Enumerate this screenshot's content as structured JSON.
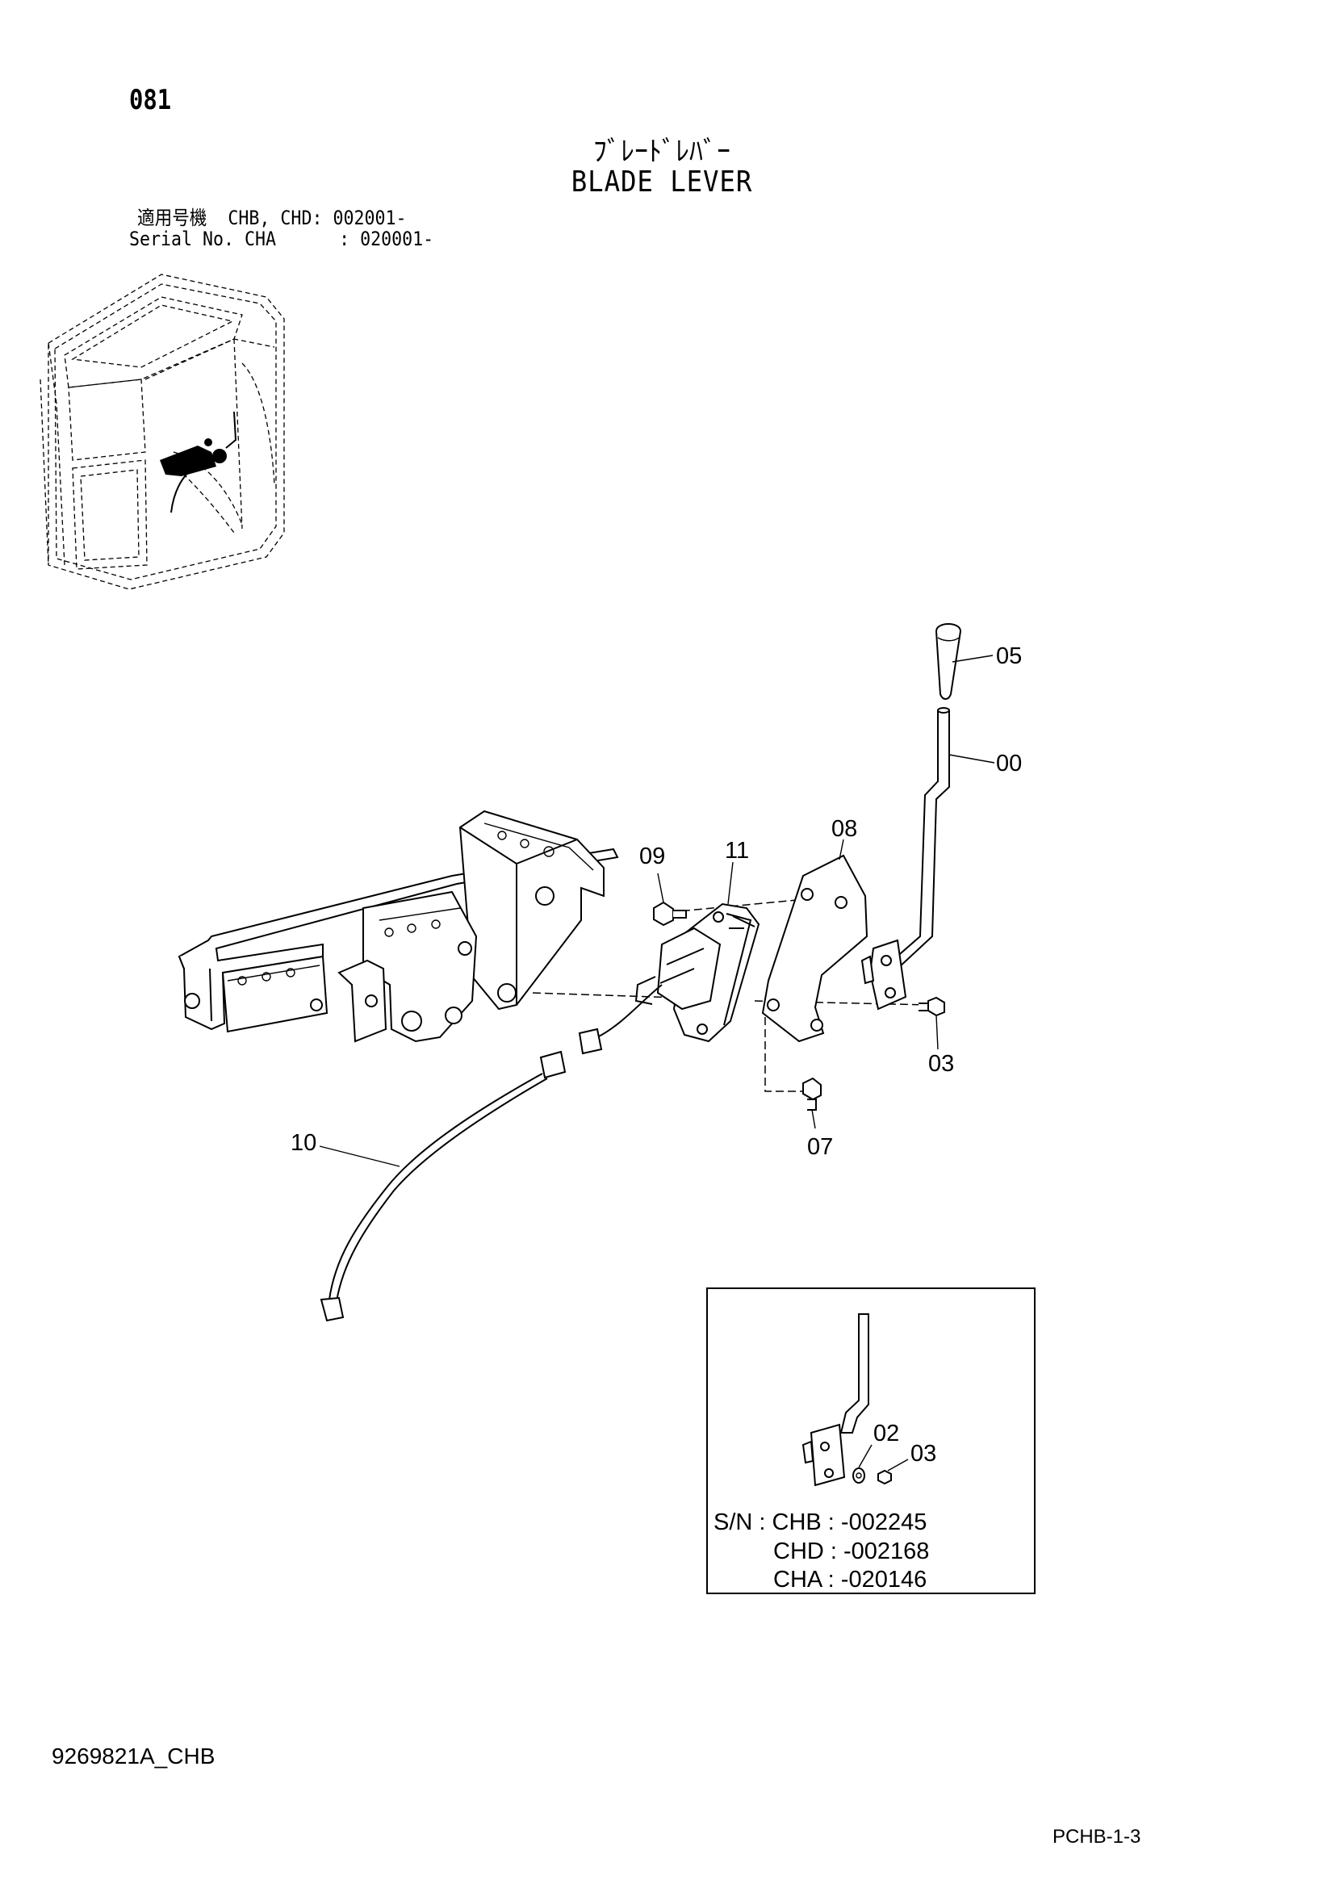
{
  "header": {
    "page_number": "081",
    "title_jp": "ﾌﾞﾚｰﾄﾞﾚﾊﾞｰ",
    "title_en": "BLADE LEVER",
    "serial_line1": "適用号機  CHB, CHD: 002001-",
    "serial_line2": "Serial No. CHA      : 020001-"
  },
  "callouts": {
    "p05": "05",
    "p00": "00",
    "p08": "08",
    "p09": "09",
    "p11": "11",
    "p03": "03",
    "p07": "07",
    "p10": "10"
  },
  "inset": {
    "callout_02": "02",
    "callout_03": "03",
    "sn_line1": "S/N : CHB : -002245",
    "sn_line2": "CHD : -002168",
    "sn_line3": "CHA : -020146"
  },
  "footer": {
    "doc_number": "9269821A_CHB",
    "page_code": "PCHB-1-3"
  }
}
